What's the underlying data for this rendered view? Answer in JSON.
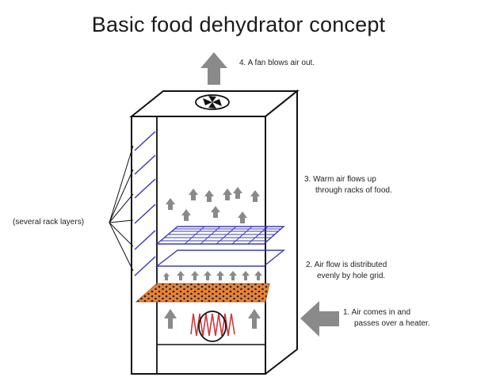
{
  "title": "Basic food dehydrator concept",
  "labels": {
    "step4": {
      "line1": "4. A fan blows air out."
    },
    "step3": {
      "line1": "3. Warm air flows up",
      "line2": "through racks of food."
    },
    "step2": {
      "line1": "2. Air flow is distributed",
      "line2": "evenly by hole grid."
    },
    "step1": {
      "line1": "1. Air comes in and",
      "line2": "passes over a heater."
    },
    "racks": {
      "line1": "(several rack layers)"
    }
  },
  "colors": {
    "outline": "#111111",
    "arrow": "#8a8a8a",
    "rack": "#3b3bb5",
    "hole_grid": "#e8823a",
    "heater_coil": "#cc3b3b"
  },
  "icons": [
    "fan-icon",
    "heater-coil-icon",
    "up-arrow-icon",
    "left-arrow-icon"
  ]
}
